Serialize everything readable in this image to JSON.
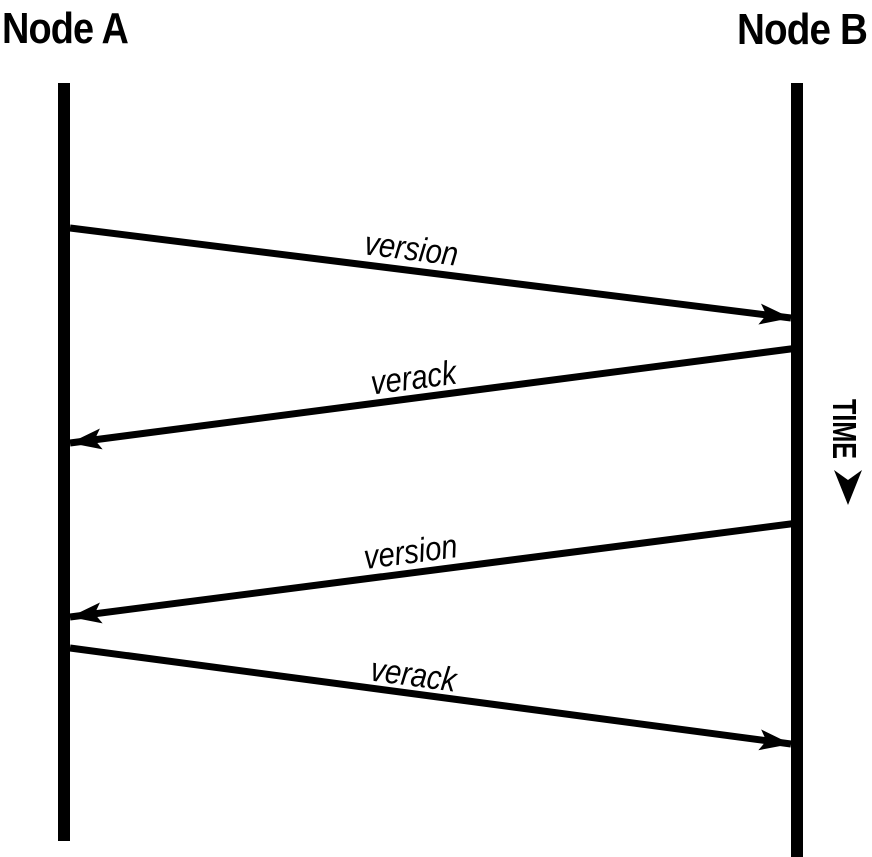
{
  "diagram": {
    "type": "sequence-diagram",
    "nodes": [
      {
        "id": "node-a",
        "label": "Node A"
      },
      {
        "id": "node-b",
        "label": "Node B"
      }
    ],
    "messages": [
      {
        "label": "version",
        "from": "node-a",
        "to": "node-b"
      },
      {
        "label": "verack",
        "from": "node-b",
        "to": "node-a"
      },
      {
        "label": "version",
        "from": "node-b",
        "to": "node-a"
      },
      {
        "label": "verack",
        "from": "node-a",
        "to": "node-b"
      }
    ],
    "time_axis": {
      "label": "TIME",
      "direction": "down"
    },
    "colors": {
      "ink": "#000000",
      "background": "#ffffff"
    }
  }
}
